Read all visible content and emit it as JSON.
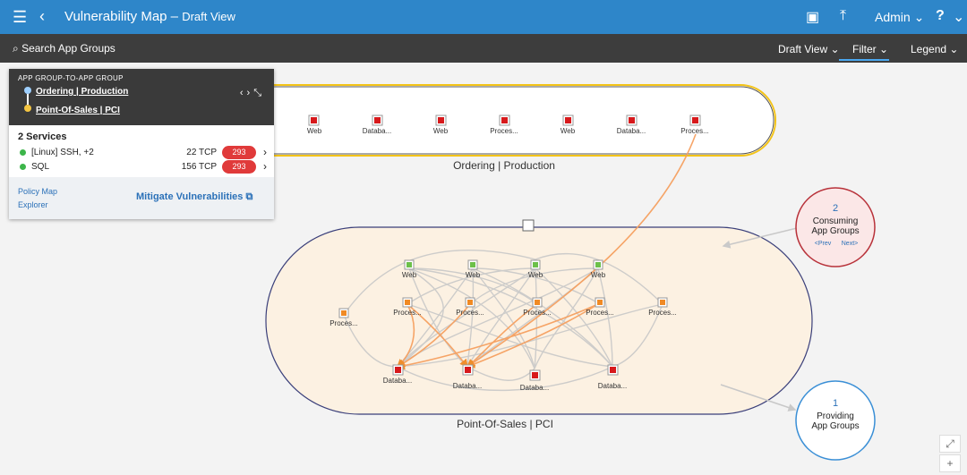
{
  "topbar": {
    "title": "Vulnerability Map",
    "separator": "–",
    "subtitle": "Draft View",
    "user": "Admin",
    "help": "?"
  },
  "subbar": {
    "search_label": "Search App Groups",
    "draft_view": "Draft View",
    "filter": "Filter",
    "legend": "Legend"
  },
  "panel": {
    "caption": "APP GROUP-TO-APP GROUP",
    "from": "Ordering | Production",
    "to": "Point-Of-Sales | PCI",
    "services_title": "2 Services",
    "services": [
      {
        "name": "[Linux] SSH, +2",
        "port": "22 TCP",
        "count": "293"
      },
      {
        "name": "SQL",
        "port": "156 TCP",
        "count": "293"
      }
    ],
    "policy_map": "Policy Map",
    "explorer": "Explorer",
    "mitigate": "Mitigate Vulnerabilities"
  },
  "ordering_group": {
    "name": "Ordering | Production",
    "nodes": [
      "Web",
      "Databa...",
      "Web",
      "Proces...",
      "Web",
      "Databa...",
      "Proces..."
    ]
  },
  "pos_group": {
    "name": "Point-Of-Sales | PCI",
    "web_nodes": [
      "Web",
      "Web",
      "Web",
      "Web"
    ],
    "process_nodes": [
      "Proces...",
      "Proces...",
      "Proces...",
      "Proces...",
      "Proces...",
      "Proces..."
    ],
    "db_nodes": [
      "Databa...",
      "Databa...",
      "Databa...",
      "Databa..."
    ]
  },
  "consuming": {
    "count": "2",
    "label1": "Consuming",
    "label2": "App Groups",
    "prev": "<Prev",
    "next": "Next>"
  },
  "providing": {
    "count": "1",
    "label1": "Providing",
    "label2": "App Groups"
  },
  "colors": {
    "topbar": "#2e86c9",
    "subbar": "#3d3d3d",
    "vuln_red": "#d7191c",
    "process_orange": "#f08a24",
    "web_green": "#6cc04a",
    "consuming_ring": "#c0392b",
    "providing_ring": "#3a8fd6"
  },
  "icons": [
    "menu-icon",
    "back-chevron-icon",
    "screen-icon",
    "upload-icon",
    "search-icon",
    "chevron-down-icon",
    "external-link-icon",
    "expand-icon",
    "plus-icon"
  ]
}
